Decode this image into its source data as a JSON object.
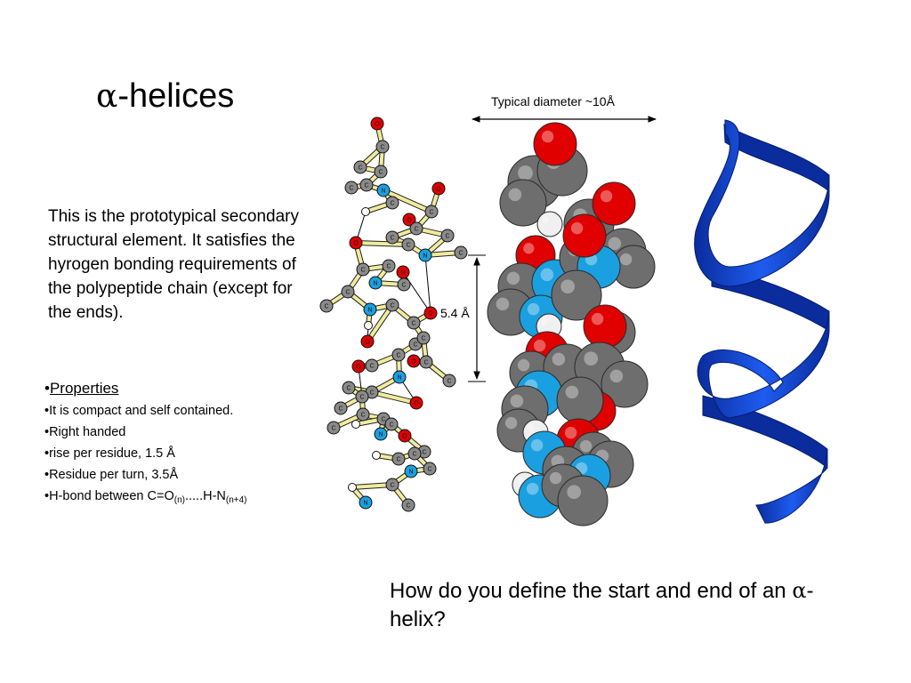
{
  "slide": {
    "title_greek": "α",
    "title_rest": "-helices",
    "paragraph": "This is the prototypical secondary structural element.  It satisfies the hyrogen bonding requirements of the polypeptide chain (except for the ends).",
    "properties": {
      "bullet": "•",
      "heading": "Properties",
      "items": [
        "It is compact and self contained.",
        "Right handed",
        "rise per residue, 1.5 Å",
        "Residue per turn, 3.5Å"
      ],
      "hbond": {
        "prefix": "H-bond between C=O",
        "sub1": "(n)",
        "middle": ".....H-N",
        "sub2": "(n+4)"
      }
    },
    "question": {
      "before": "How do you define the start and end of an ",
      "greek": "α",
      "after": "-helix?"
    }
  },
  "figure": {
    "diameter_label": "Typical diameter ~10Å",
    "rise_label": "5.4 Å",
    "atom_labels": {
      "carbon": "C",
      "nitrogen": "N",
      "oxygen": "O"
    },
    "colors": {
      "carbon": "#6e6e6e",
      "oxygen": "#e00000",
      "nitrogen": "#1aa0e0",
      "hydrogen": "#f0f0f0",
      "bond": "#f0ec9c",
      "ribbon": "#1448d8"
    }
  }
}
